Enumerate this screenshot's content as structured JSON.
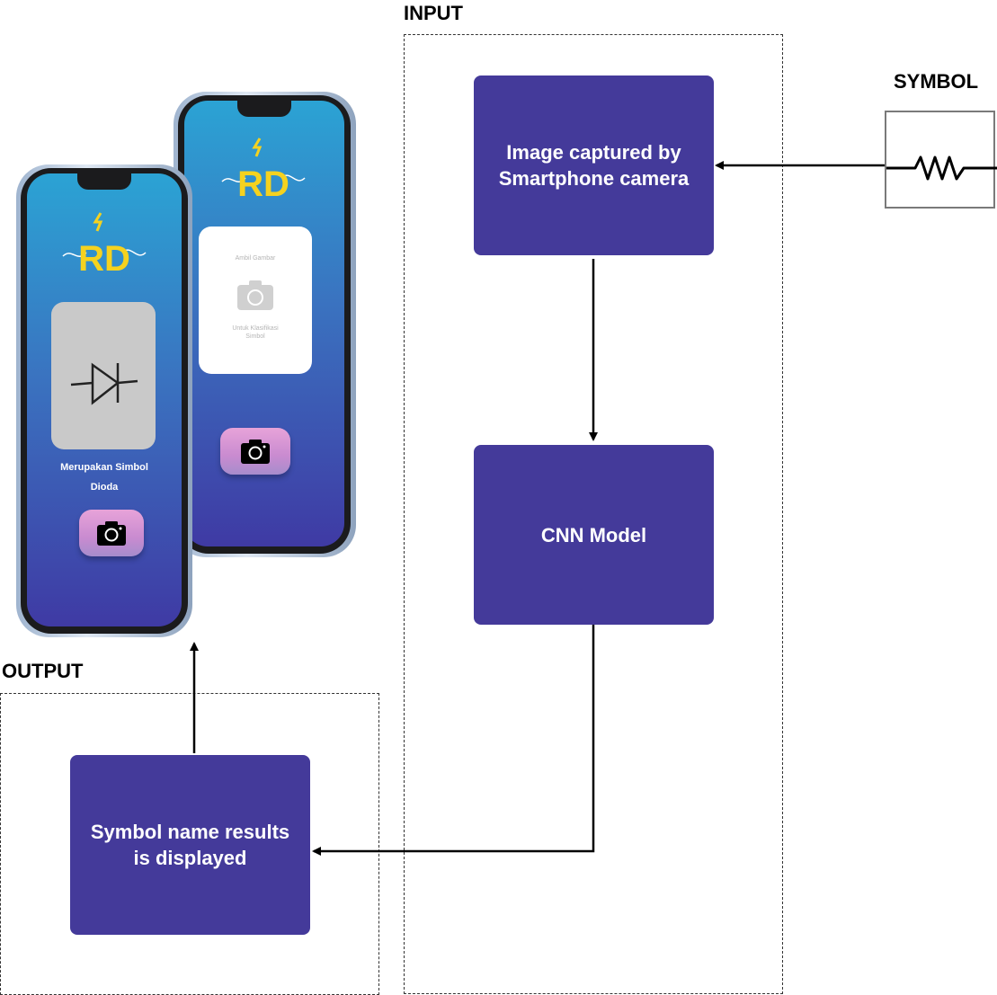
{
  "headings": {
    "input": "INPUT",
    "output": "OUTPUT",
    "symbol": "SYMBOL"
  },
  "blocks": {
    "capture": [
      "Image captured by",
      "Smartphone camera"
    ],
    "cnn": "CNN Model",
    "result": [
      "Symbol name results",
      "is displayed"
    ]
  },
  "phone_front": {
    "result_title": "Merupakan Simbol",
    "result_value": "Dioda"
  },
  "phone_back": {
    "card_top": "Ambil Gambar",
    "card_bottom": [
      "Untuk Klasifikasi",
      "Simbol"
    ]
  },
  "colors": {
    "block": "#443a9a",
    "logo": "#f5d21f"
  }
}
